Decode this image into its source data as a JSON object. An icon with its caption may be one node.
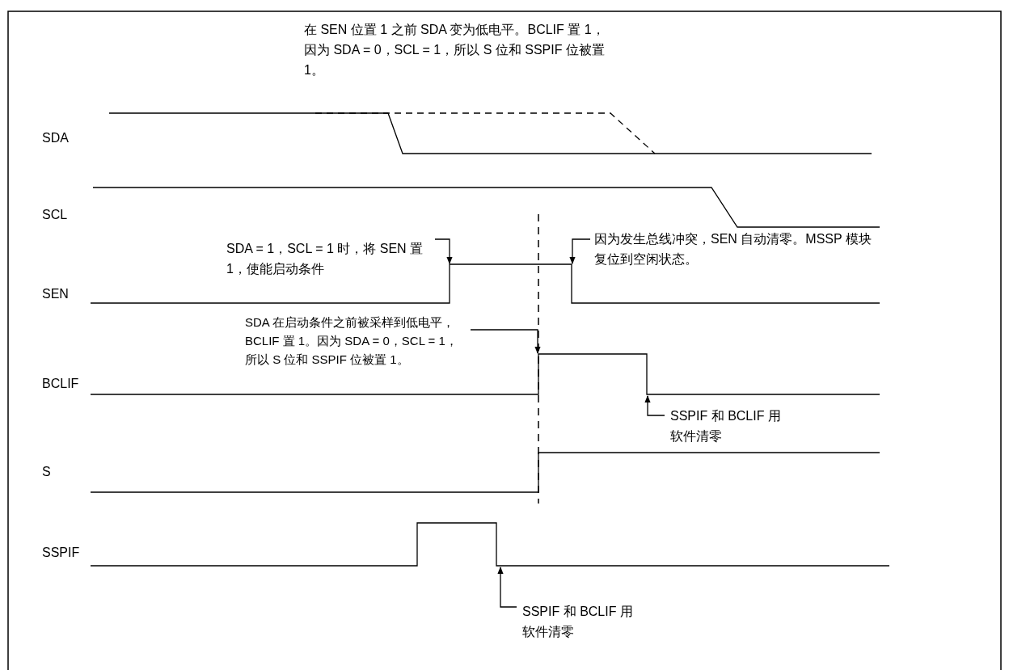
{
  "diagram": {
    "nodes": [
      {
        "text": [
          "SDA = 1，SCL = 1 时，将 SEN 置 1，使能启动条件"
        ]
      },
      {
        "text": [
          "因为发生总线冲突，SEN 自动清零。MSSP 模块复位到空闲状态。"
        ]
      },
      {
        "text": [
          "SDA 在启动条件之前被采样到低电平，BCLIF 置 1。因为 SDA = 0，SCL = 1，所以 S 位和 SSPIF 位被置 1。"
        ]
      },
      {
        "text": [
          "SSPIF 和 BCLIF 用软件清零"
        ]
      },
      {
        "text": [
          "SSPIF 和 BCLIF 用软件清零"
        ]
      },
      {
        "text": [],
        "shape": "waveform",
        "beside": [
          "SDA"
        ]
      },
      {
        "text": [],
        "shape": "waveform",
        "beside": [
          "SCL"
        ]
      },
      {
        "text": [],
        "shape": "waveform",
        "beside": [
          "SEN"
        ]
      },
      {
        "text": [],
        "shape": "waveform",
        "beside": [
          "BCLIF"
        ]
      },
      {
        "text": [],
        "shape": "waveform",
        "beside": [
          "S"
        ]
      },
      {
        "text": [],
        "shape": "waveform",
        "beside": [
          "SSPIF"
        ]
      }
    ],
    "edges": [
      {
        "from": 0,
        "to": 7,
        "arrow": "to"
      },
      {
        "from": 1,
        "to": 7,
        "arrow": "to"
      },
      {
        "from": 2,
        "to": 8,
        "arrow": "to"
      },
      {
        "from": 3,
        "to": 8,
        "arrow": "to"
      },
      {
        "from": 4,
        "to": 10,
        "arrow": "to"
      }
    ],
    "labels": [
      "在 SEN 位置 1 之前 SDA 变为低电平。BCLIF 置 1，因为 SDA = 0，SCL = 1，所以 S 位和 SSPIF 位被置 1。"
    ]
  }
}
